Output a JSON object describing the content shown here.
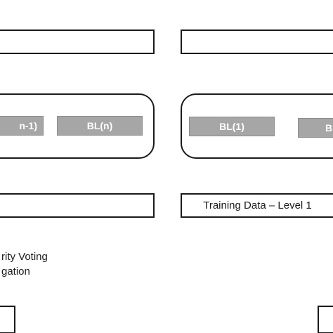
{
  "diagram": {
    "left_panel": {
      "top_box": {
        "text": ""
      },
      "learners": [
        "n-1)",
        "BL(n)"
      ],
      "bottom_box": {
        "text": ""
      },
      "caption_lines": [
        "rity Voting",
        "gation"
      ]
    },
    "right_panel": {
      "top_box": {
        "text": ""
      },
      "learners": [
        "BL(1)",
        "B"
      ],
      "bottom_box": {
        "text": "Training Data – Level 1"
      }
    }
  }
}
